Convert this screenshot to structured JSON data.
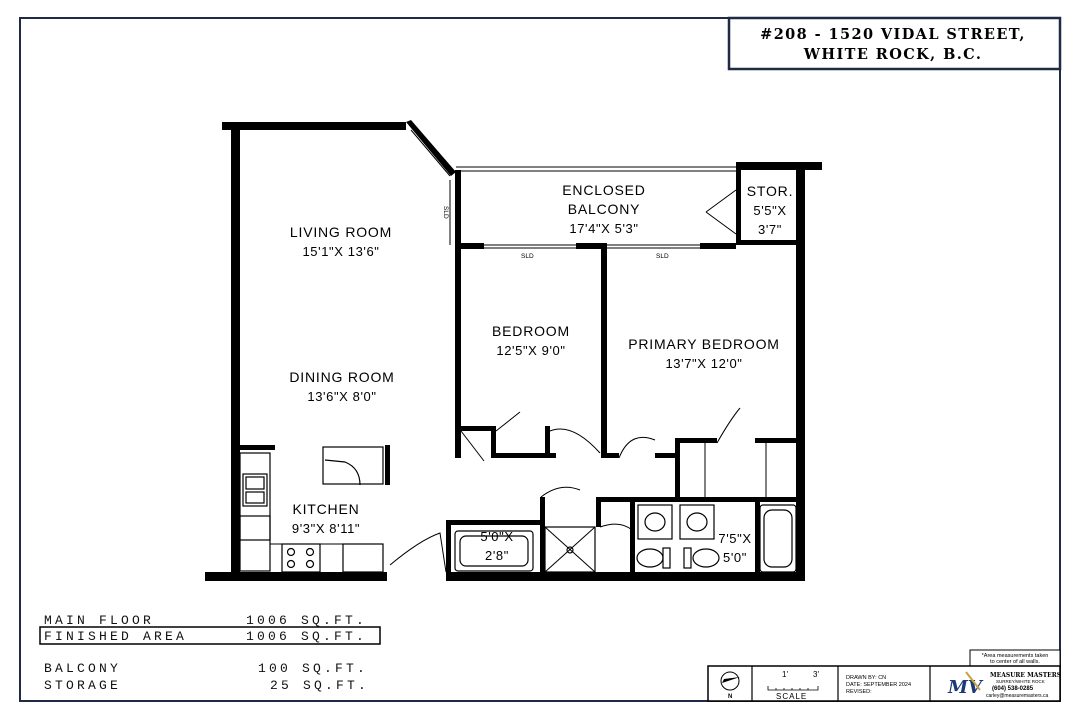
{
  "address": {
    "line1": "#208 - 1520 VIDAL STREET,",
    "line2": "WHITE ROCK, B.C."
  },
  "rooms": {
    "living": {
      "name": "LIVING ROOM",
      "dims": "15'1\"X 13'6\""
    },
    "dining": {
      "name": "DINING ROOM",
      "dims": "13'6\"X 8'0\""
    },
    "balcony": {
      "name_line1": "ENCLOSED",
      "name_line2": "BALCONY",
      "dims": "17'4\"X 5'3\""
    },
    "storage": {
      "name": "STOR.",
      "dims_line1": "5'5\"X",
      "dims_line2": "3'7\""
    },
    "bedroom": {
      "name": "BEDROOM",
      "dims": "12'5\"X 9'0\""
    },
    "primary": {
      "name": "PRIMARY BEDROOM",
      "dims": "13'7\"X 12'0\""
    },
    "kitchen": {
      "name": "KITCHEN",
      "dims": "9'3\"X 8'11\""
    },
    "bath1": {
      "dims_line1": "5'0\"X",
      "dims_line2": "2'8\""
    },
    "bath2": {
      "dims_line1": "7'5\"X",
      "dims_line2": "5'0\""
    }
  },
  "door_labels": {
    "sld": "SLD"
  },
  "areas": [
    {
      "label": "MAIN FLOOR",
      "value": "1006 SQ.FT."
    },
    {
      "label": "FINISHED AREA",
      "value": "1006 SQ.FT."
    },
    {
      "label": "BALCONY",
      "value": "100 SQ.FT."
    },
    {
      "label": "STORAGE",
      "value": "25 SQ.FT."
    }
  ],
  "footer": {
    "note_line1": "*Area measurements taken",
    "note_line2": "to center of all walls.",
    "north": "N",
    "scale_tick1": "1'",
    "scale_tick2": "3'",
    "scale_label": "SCALE",
    "drawn_by": "DRAWN BY: CN",
    "date": "DATE: SEPTEMBER 2024",
    "revised": "REVISED:",
    "logo": "MV",
    "company": "MEASURE MASTERS",
    "company_sub": "SURREY/WHITE ROCK",
    "phone": "(604) 538-0285",
    "email": "carley@measuremasters.ca"
  },
  "colors": {
    "frame": "#1f2b45",
    "ink": "#000000",
    "logo_blue": "#1c3a7a",
    "logo_gold": "#c8a23c"
  }
}
